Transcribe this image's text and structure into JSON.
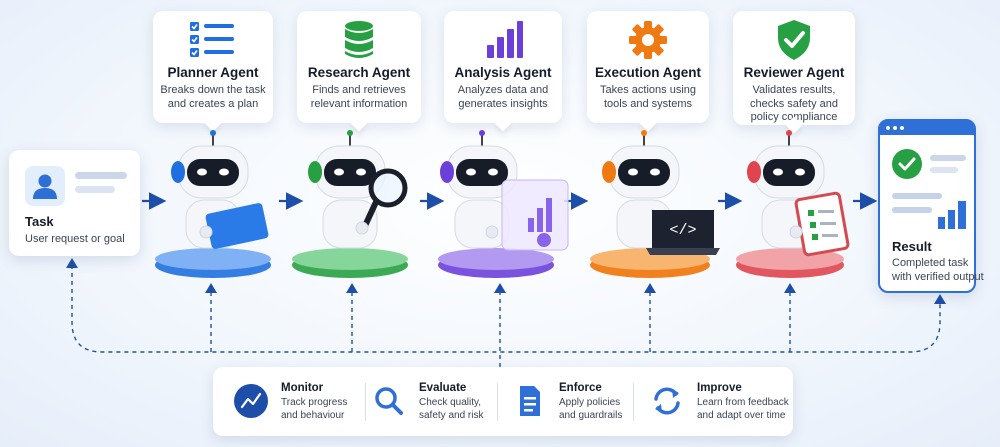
{
  "colors": {
    "planner": "#1f6fe0",
    "research": "#27a043",
    "analysis": "#6b3fd9",
    "execution": "#f07a12",
    "reviewer": "#e0454e",
    "flow": "#1e4fa8",
    "result_border": "#2f6fd8"
  },
  "task": {
    "title": "Task",
    "desc_line1": "User request or goal",
    "icon": "user-icon"
  },
  "agents": [
    {
      "title": "Planner Agent",
      "desc_line1": "Breaks down the task",
      "desc_line2": "and creates a plan",
      "icon": "checklist-icon",
      "accent": "#1f6fe0"
    },
    {
      "title": "Research Agent",
      "desc_line1": "Finds and retrieves",
      "desc_line2": "relevant information",
      "icon": "database-icon",
      "accent": "#27a043"
    },
    {
      "title": "Analysis Agent",
      "desc_line1": "Analyzes data and",
      "desc_line2": "generates insights",
      "icon": "bar-chart-icon",
      "accent": "#6b3fd9"
    },
    {
      "title": "Execution Agent",
      "desc_line1": "Takes actions using",
      "desc_line2": "tools and systems",
      "icon": "gear-icon",
      "accent": "#f07a12"
    },
    {
      "title": "Reviewer Agent",
      "desc_line1": "Validates results,",
      "desc_line2": "checks safety and",
      "desc_line3": "policy compliance",
      "icon": "shield-check-icon",
      "accent": "#27a043"
    }
  ],
  "result": {
    "title": "Result",
    "desc_line1": "Completed task",
    "desc_line2": "with verified output",
    "icon": "check-circle-icon"
  },
  "oversight": [
    {
      "title": "Monitor",
      "desc_line1": "Track progress",
      "desc_line2": "and behaviour",
      "icon": "trend-line-icon"
    },
    {
      "title": "Evaluate",
      "desc_line1": "Check quality,",
      "desc_line2": "safety and risk",
      "icon": "magnifier-icon"
    },
    {
      "title": "Enforce",
      "desc_line1": "Apply policies",
      "desc_line2": "and guardrails",
      "icon": "document-icon"
    },
    {
      "title": "Improve",
      "desc_line1": "Learn from feedback",
      "desc_line2": "and adapt over time",
      "icon": "refresh-icon"
    }
  ]
}
